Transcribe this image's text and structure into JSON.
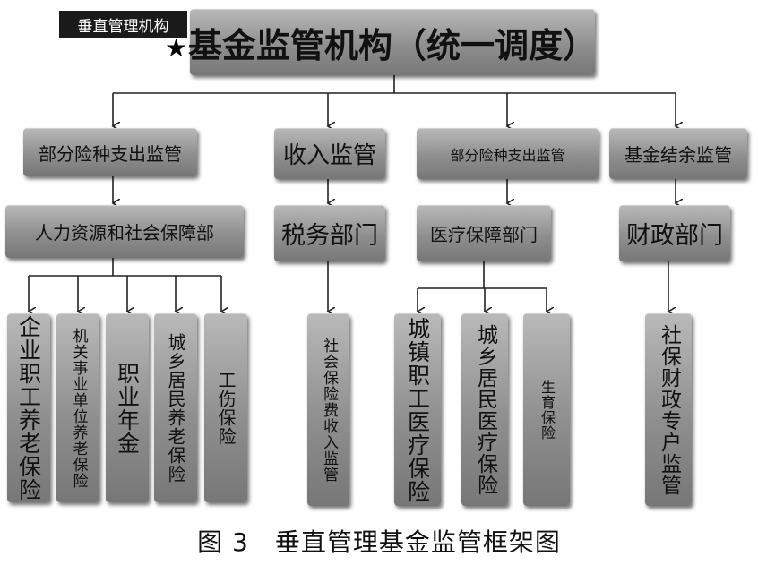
{
  "tag_label": "垂直管理机构",
  "star_icon": "★",
  "root": {
    "label": "基金监管机构（统一调度）"
  },
  "branches": [
    {
      "level1": "部分险种支出监管",
      "level2": "人力资源和社会保障部",
      "leaves": [
        "企业职工养老保险",
        "机关事业单位养老保险",
        "职业年金",
        "城乡居民养老保险",
        "工伤保险"
      ]
    },
    {
      "level1": "收入监管",
      "level2": "税务部门",
      "leaves": [
        "社会保险费收入监管"
      ]
    },
    {
      "level1": "部分险种支出监管",
      "level2": "医疗保障部门",
      "leaves": [
        "城镇职工医疗保险",
        "城乡居民医疗保险",
        "生育保险"
      ]
    },
    {
      "level1": "基金结余监管",
      "level2": "财政部门",
      "leaves": [
        "社保财政专户监管"
      ]
    }
  ],
  "caption": "图 3　垂直管理基金监管框架图"
}
